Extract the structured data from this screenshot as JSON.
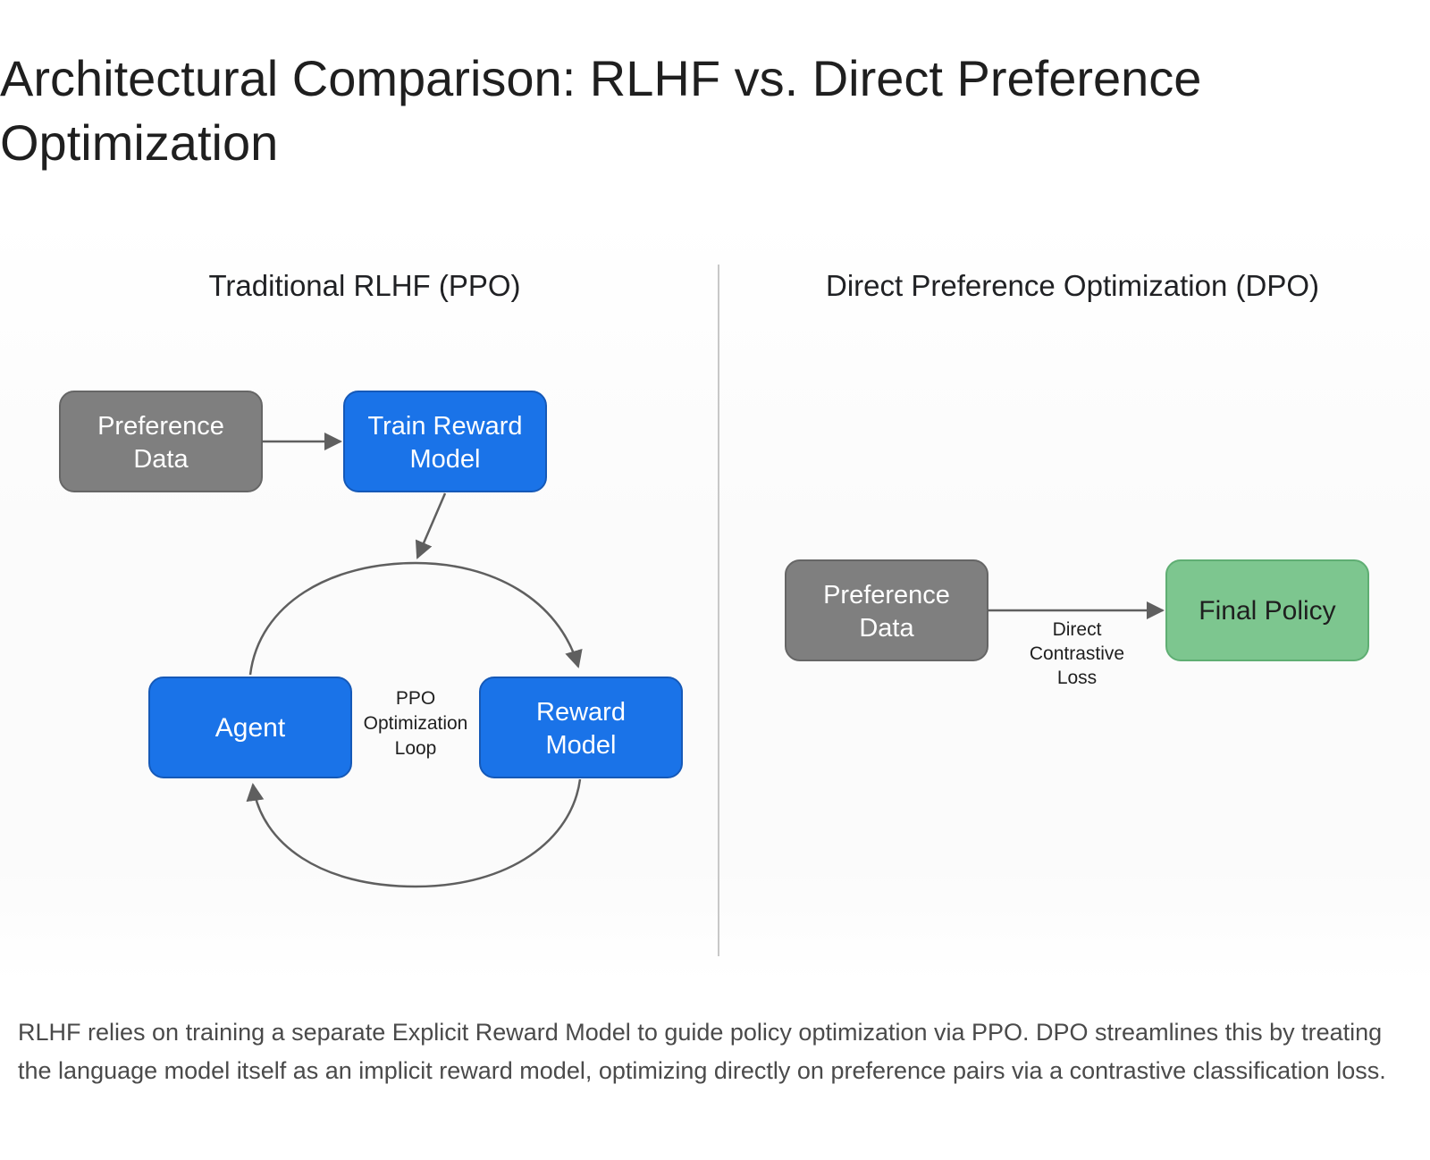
{
  "title": "Architectural Comparison: RLHF vs. Direct Preference Optimization",
  "diagram": {
    "left_panel": {
      "heading": "Traditional RLHF (PPO)",
      "preference_data": [
        "Preference",
        "Data"
      ],
      "train_reward_model": [
        "Train Reward",
        "Model"
      ],
      "agent": "Agent",
      "reward_model": [
        "Reward",
        "Model"
      ],
      "loop_label": [
        "PPO",
        "Optimization",
        "Loop"
      ]
    },
    "right_panel": {
      "heading": "Direct Preference Optimization (DPO)",
      "preference_data": [
        "Preference",
        "Data"
      ],
      "final_policy": "Final Policy",
      "arrow_label": [
        "Direct",
        "Contrastive",
        "Loss"
      ]
    },
    "colors": {
      "gray_box": "#7f7f7f",
      "blue_box": "#1a73e8",
      "green_box": "#7dc68f",
      "arrow": "#5f5f5f"
    }
  },
  "caption": "RLHF relies on training a separate Explicit Reward Model to guide policy optimization via PPO. DPO streamlines this by treating the language model itself as an implicit reward model, optimizing directly on preference pairs via a contrastive classification loss."
}
